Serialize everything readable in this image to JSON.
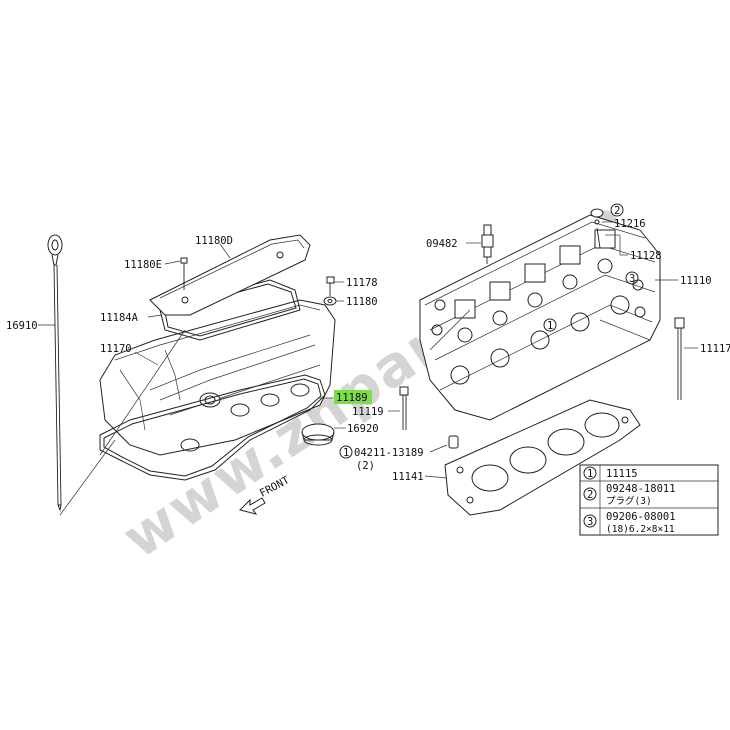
{
  "labels": {
    "p16910": "16910",
    "p11170": "11170",
    "p11184a": "11184A",
    "p11180e": "11180E",
    "p11180d": "11180D",
    "p11178": "11178",
    "p11180": "11180",
    "p11189": "11189",
    "p11119": "11119",
    "p16920": "16920",
    "p04211": "04211-13189",
    "p04211_qty": "(2)",
    "p11141": "11141",
    "p09482": "09482",
    "p11216": "11216",
    "p11128": "11128",
    "p11110": "11110",
    "p11117": "11117",
    "front": "FRONT",
    "c1": "1",
    "c2": "2",
    "c3": "3"
  },
  "legend": {
    "row1_num": "1",
    "row1_text": "11115",
    "row2_num": "2",
    "row2_text1": "09248-18011",
    "row2_text2": "プラグ(3)",
    "row3_num": "3",
    "row3_text1": "09206-08001",
    "row3_text2": "(18)6.2×8×11"
  },
  "watermark": "www.zhparts.com",
  "colors": {
    "highlight": "#7ddc4a",
    "line": "#222222",
    "watermark": "#d4d4d4"
  }
}
